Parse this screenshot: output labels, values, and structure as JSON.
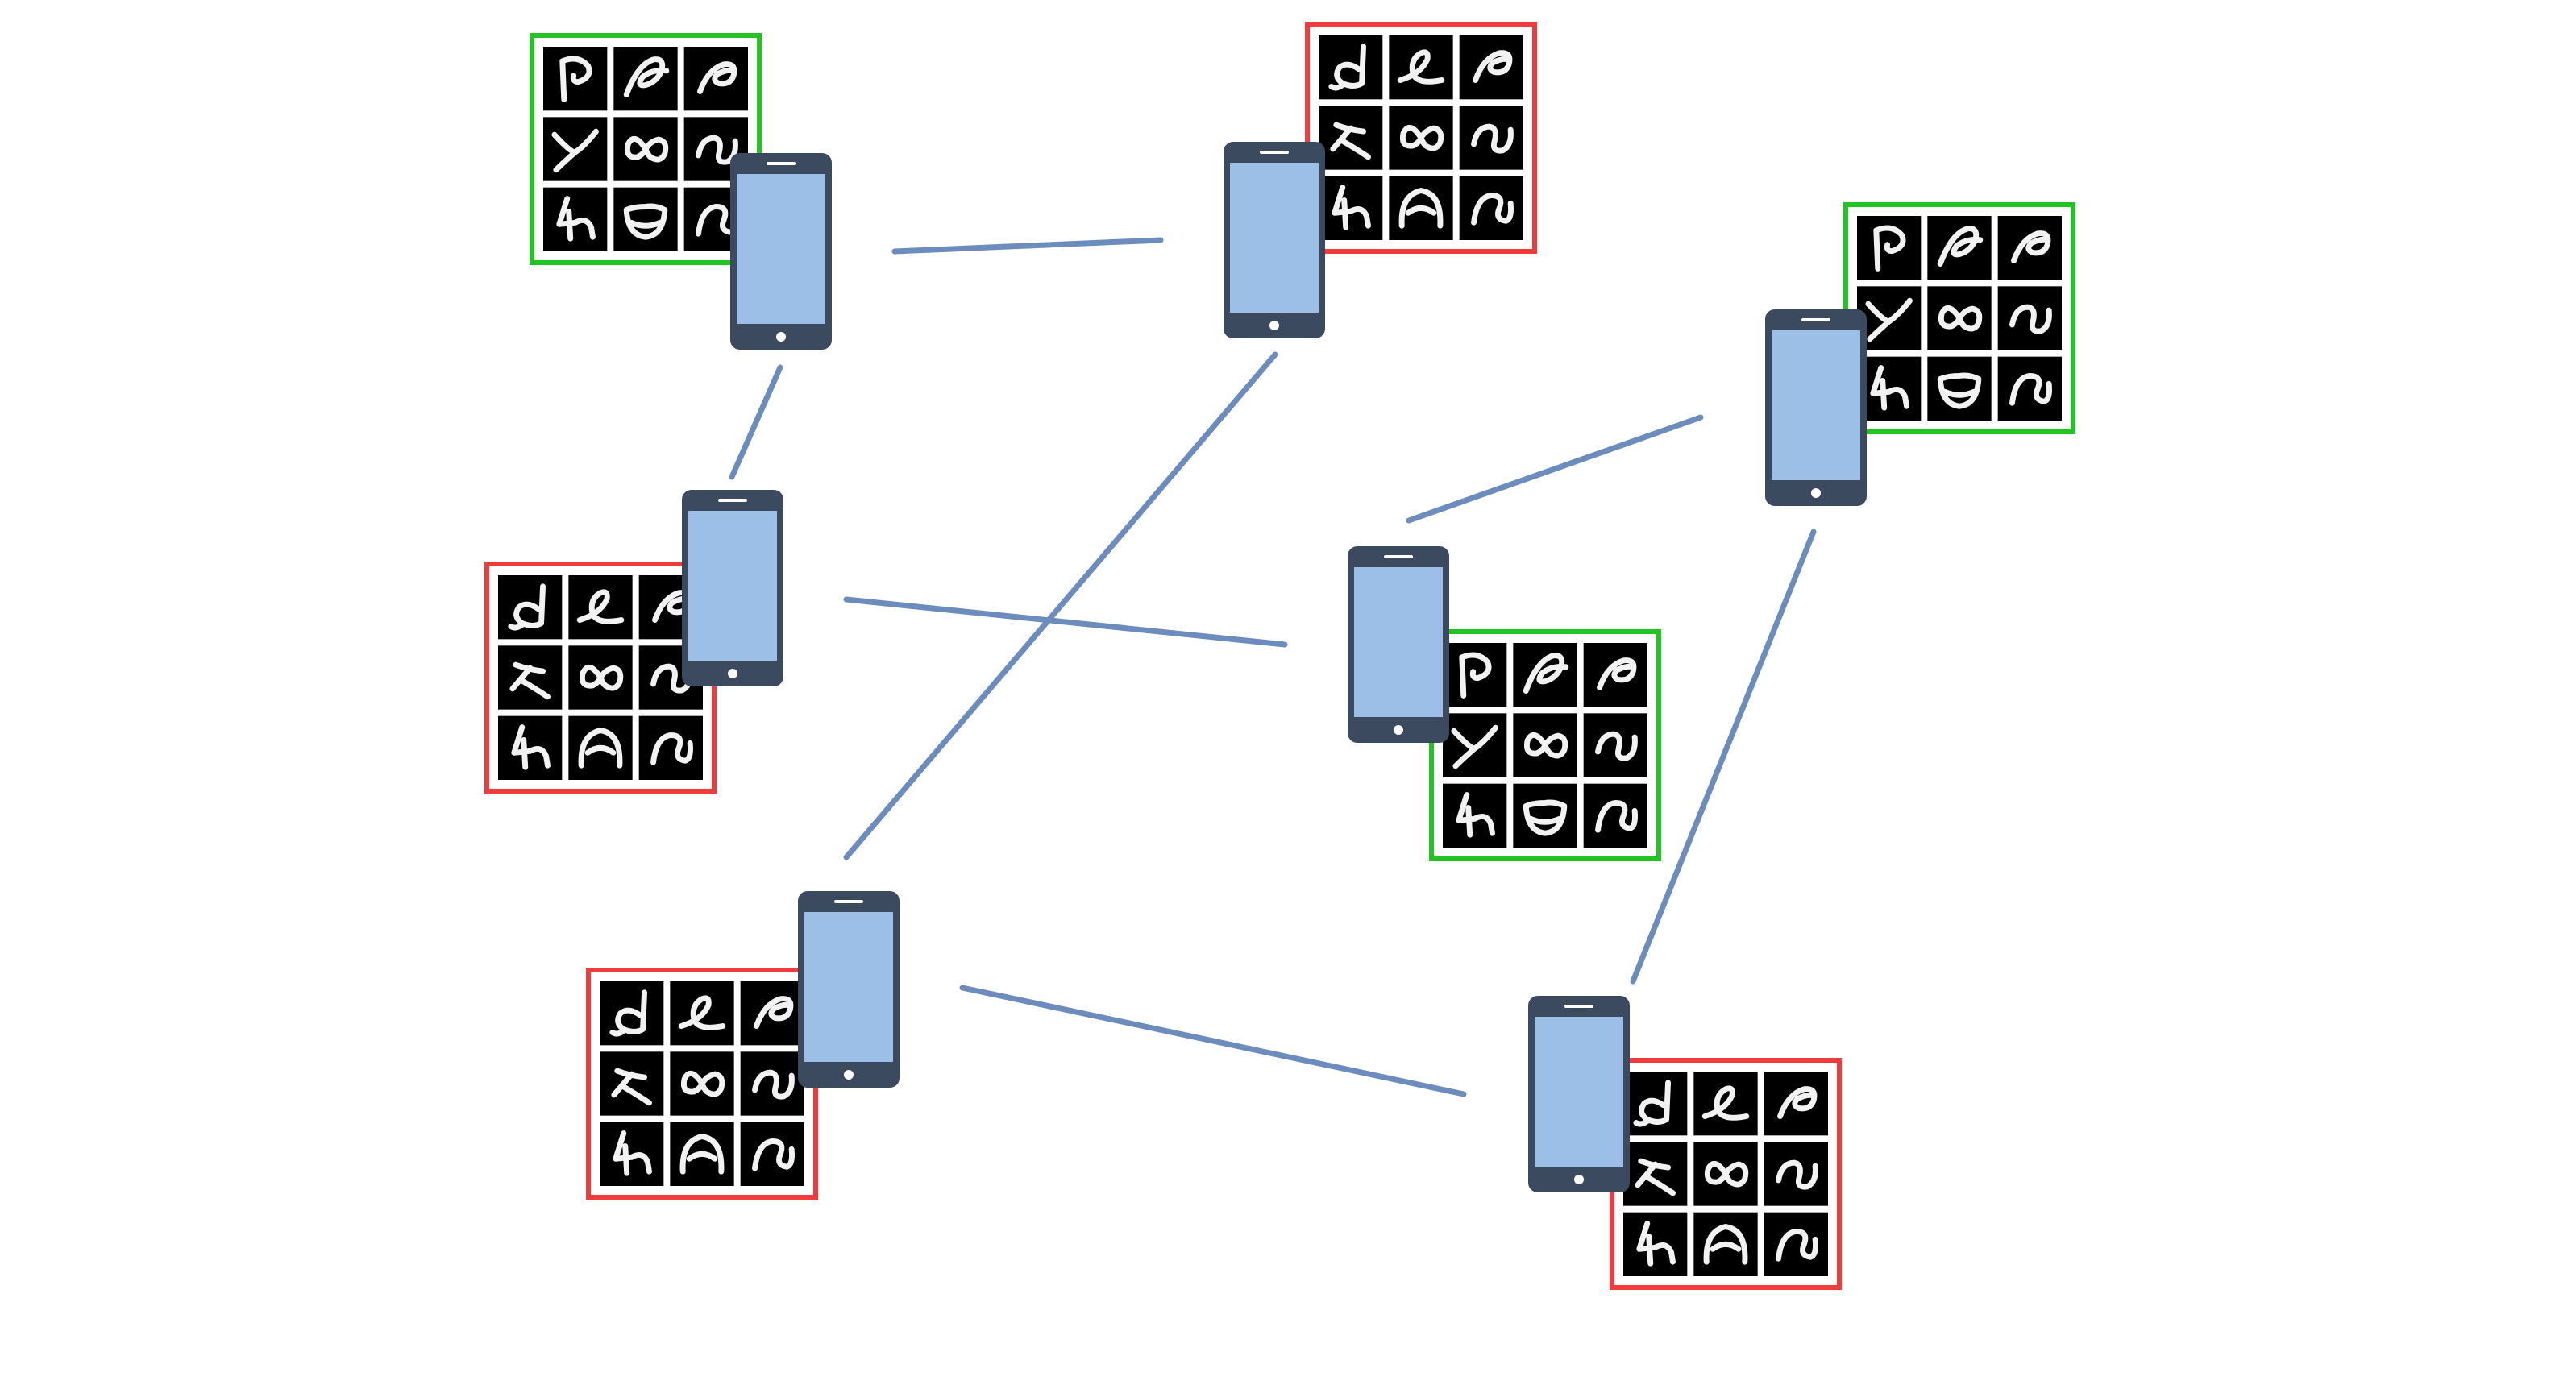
{
  "colors": {
    "background": "#ffffff",
    "edge": "#6b8cbd",
    "group_a_border": "#22c322",
    "group_b_border": "#ef3b3b",
    "grid_cell": "#000000",
    "glyph_stroke": "#f2f2f2",
    "phone_body": "#3b4a5e",
    "phone_screen": "#9bbfe6",
    "phone_detail": "#ffffff"
  },
  "glyph_sets": {
    "group_a": [
      "glyph-loop-hook",
      "glyph-script-l",
      "glyph-blob-loop",
      "glyph-bent-y",
      "glyph-infinity",
      "glyph-s-curve",
      "glyph-zigzag-4",
      "glyph-cup-oval",
      "glyph-wave-n"
    ],
    "group_b": [
      "glyph-d-hook",
      "glyph-script-e",
      "glyph-blob-loop",
      "glyph-caret-a",
      "glyph-infinity",
      "glyph-s-curve",
      "glyph-zigzag-4",
      "glyph-arch",
      "glyph-wave-n"
    ]
  },
  "nodes": [
    {
      "id": "device-1",
      "group": "group_a",
      "data_side": "upper-left"
    },
    {
      "id": "device-2",
      "group": "group_b",
      "data_side": "upper-right"
    },
    {
      "id": "device-3",
      "group": "group_b",
      "data_side": "lower-left"
    },
    {
      "id": "device-4",
      "group": "group_b",
      "data_side": "lower-left"
    },
    {
      "id": "device-5",
      "group": "group_a",
      "data_side": "lower-right"
    },
    {
      "id": "device-6",
      "group": "group_a",
      "data_side": "upper-right"
    },
    {
      "id": "device-7",
      "group": "group_b",
      "data_side": "lower-right"
    }
  ],
  "edges": [
    {
      "from": "device-1",
      "to": "device-2"
    },
    {
      "from": "device-1",
      "to": "device-3"
    },
    {
      "from": "device-3",
      "to": "device-5"
    },
    {
      "from": "device-2",
      "to": "device-4"
    },
    {
      "from": "device-5",
      "to": "device-6"
    },
    {
      "from": "device-6",
      "to": "device-7"
    },
    {
      "from": "device-4",
      "to": "device-7"
    }
  ]
}
